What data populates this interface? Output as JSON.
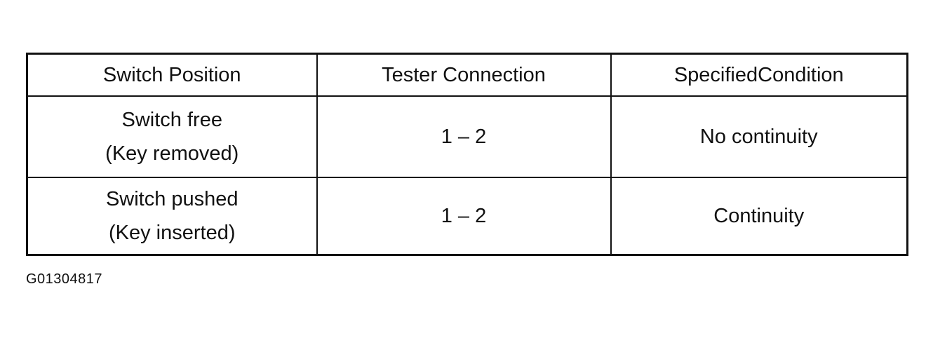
{
  "table": {
    "headers": [
      "Switch Position",
      "Tester Connection",
      "SpecifiedCondition"
    ],
    "rows": [
      {
        "switch_position": [
          "Switch free",
          "(Key removed)"
        ],
        "tester_connection": "1 – 2",
        "specified_condition": "No continuity"
      },
      {
        "switch_position": [
          "Switch pushed",
          "(Key inserted)"
        ],
        "tester_connection": "1 – 2",
        "specified_condition": "Continuity"
      }
    ]
  },
  "figure_id": "G01304817"
}
